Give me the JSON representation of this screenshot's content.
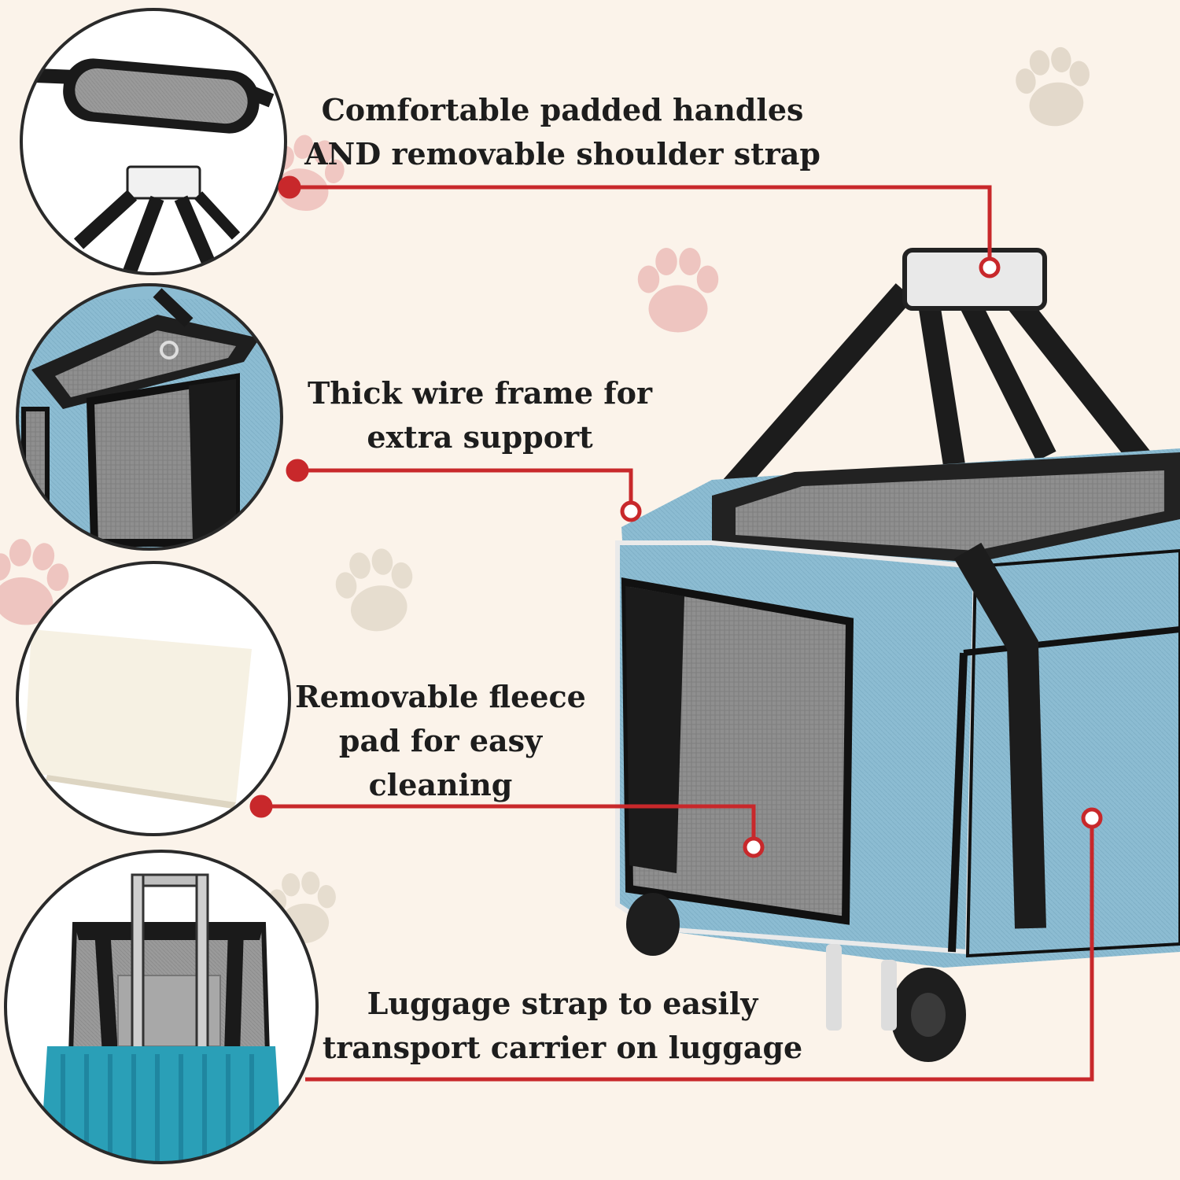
{
  "features": [
    {
      "id": "handles",
      "lines": [
        "Comfortable padded handles",
        "AND removable shoulder strap"
      ]
    },
    {
      "id": "frame",
      "lines": [
        "Thick wire frame for",
        "extra support"
      ]
    },
    {
      "id": "fleece",
      "lines": [
        "Removable fleece",
        "pad for easy",
        "cleaning"
      ]
    },
    {
      "id": "luggage",
      "lines": [
        "Luggage strap to easily",
        "transport carrier on luggage"
      ]
    }
  ],
  "colors": {
    "background": "#fbf3ea",
    "callout_line": "#c8282b",
    "carrier_blue": "#8cbcd2",
    "strap_black": "#1c1c1c",
    "paw_pink": "#e7b8b4",
    "paw_beige": "#e3d9cb"
  },
  "icons": [
    "paw-print-icon"
  ]
}
